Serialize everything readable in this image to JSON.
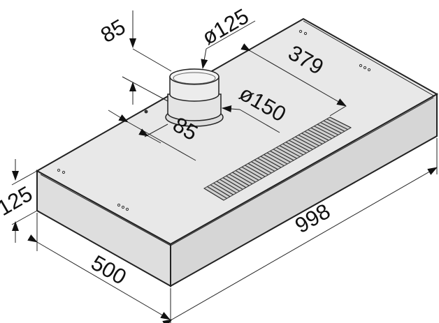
{
  "dimensions": {
    "width": "998",
    "depth": "500",
    "height": "125",
    "duct_diameter": "ø125",
    "collar_diameter": "ø150",
    "duct_height": "85",
    "duct_offset_side": "85",
    "duct_offset_rear": "379"
  },
  "colors": {
    "body_top": "#e6e6e6",
    "body_front": "#dcdcdc",
    "body_side": "#d2d2d2",
    "line": "#222222"
  }
}
